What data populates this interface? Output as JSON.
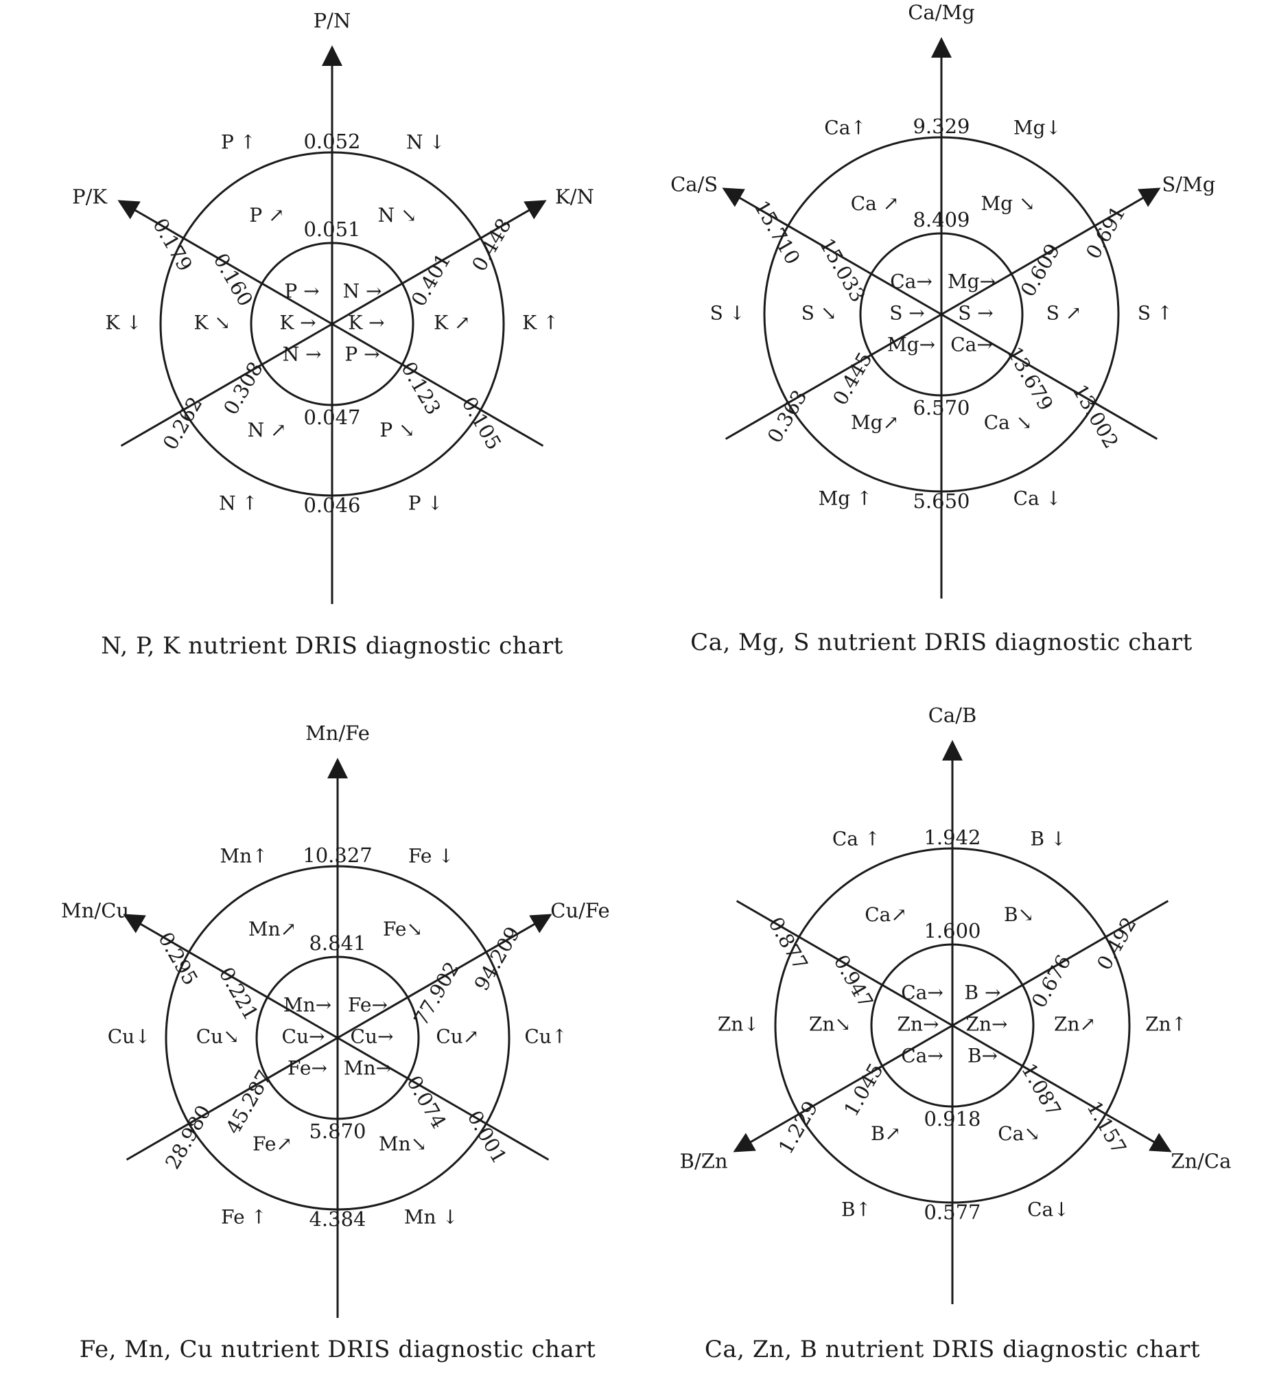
{
  "ink_color": "#1a1a1a",
  "background": "#ffffff",
  "charts": [
    {
      "caption": "N, P, K nutrient DRIS diagnostic chart",
      "axes": [
        {
          "label": "P/N",
          "outer": "0.052",
          "inner": "0.051",
          "inner_low": "0.047",
          "outer_low": "0.046"
        },
        {
          "label": "K/N",
          "outer": "0.448",
          "inner": "0.401",
          "inner_low": "0.308",
          "outer_low": "0.262"
        },
        {
          "label": "P/K",
          "outer": "0.179",
          "inner": "0.160",
          "inner_low": "0.123",
          "outer_low": "0.105"
        }
      ],
      "inner_cells": [
        "P →",
        "N →",
        "K →",
        "K →",
        "N →",
        "P →"
      ],
      "ring_cells": [
        "P ↗",
        "N ↘",
        "K ↗",
        "P ↘",
        "N ↗",
        "K ↘"
      ],
      "outer_cells": [
        "P ↑",
        "N ↓",
        "K ↑",
        "P ↓",
        "N ↑",
        "K ↓"
      ]
    },
    {
      "caption": "Ca, Mg, S nutrient DRIS diagnostic chart",
      "axes": [
        {
          "label": "Ca/Mg",
          "outer": "9.329",
          "inner": "8.409",
          "inner_low": "6.570",
          "outer_low": "5.650"
        },
        {
          "label": "S/Mg",
          "outer": "0.691",
          "inner": "0.609",
          "inner_low": "0.445",
          "outer_low": "0.363"
        },
        {
          "label": "Ca/S",
          "outer": "15.710",
          "inner": "15.033",
          "inner_low": "13.679",
          "outer_low": "13.002"
        }
      ],
      "inner_cells": [
        "Ca→",
        "Mg→",
        "S →",
        "S →",
        "Mg→",
        "Ca→"
      ],
      "ring_cells": [
        "Ca ↗",
        "Mg ↘",
        "S ↗",
        "Ca ↘",
        "Mg↗",
        "S ↘"
      ],
      "outer_cells": [
        "Ca↑",
        "Mg↓",
        "S ↑",
        "Ca ↓",
        "Mg ↑",
        "S ↓"
      ]
    },
    {
      "caption": "Fe, Mn, Cu nutrient DRIS diagnostic chart",
      "axes": [
        {
          "label": "Mn/Fe",
          "outer": "10.327",
          "inner": "8.841",
          "inner_low": "5.870",
          "outer_low": "4.384"
        },
        {
          "label": "Cu/Fe",
          "outer": "94.209",
          "inner": "77.902",
          "inner_low": "45.287",
          "outer_low": "28.980"
        },
        {
          "label": "Mn/Cu",
          "outer": "0.295",
          "inner": "0.221",
          "inner_low": "0.074",
          "outer_low": "0.001"
        }
      ],
      "inner_cells": [
        "Mn→",
        "Fe→",
        "Cu→",
        "Cu→",
        "Fe→",
        "Mn→"
      ],
      "ring_cells": [
        "Mn↗",
        "Fe↘",
        "Cu↗",
        "Mn↘",
        "Fe↗",
        "Cu↘"
      ],
      "outer_cells": [
        "Mn↑",
        "Fe ↓",
        "Cu↑",
        "Mn ↓",
        "Fe ↑",
        "Cu↓"
      ]
    },
    {
      "caption": "Ca, Zn, B nutrient DRIS diagnostic chart",
      "axes": [
        {
          "label": "Ca/B",
          "outer": "1.942",
          "inner": "1.600",
          "inner_low": "0.918",
          "outer_low": "0.577"
        },
        {
          "label": "B/Zn",
          "outer": "0.492",
          "inner": "0.676",
          "inner_low": "1.045",
          "outer_low": "1.229"
        },
        {
          "label": "Zn/Ca",
          "outer": "0.877",
          "inner": "0.947",
          "inner_low": "1.087",
          "outer_low": "1.157"
        }
      ],
      "inner_cells": [
        "Ca→",
        "B →",
        "Zn→",
        "Zn→",
        "Ca→",
        "B→"
      ],
      "ring_cells": [
        "Ca↗",
        "B↘",
        "Zn↗",
        "Ca↘",
        "B↗",
        "Zn↘"
      ],
      "outer_cells": [
        "Ca ↑",
        "B ↓",
        "Zn↑",
        "Ca↓",
        "B↑",
        "Zn↓"
      ]
    }
  ]
}
